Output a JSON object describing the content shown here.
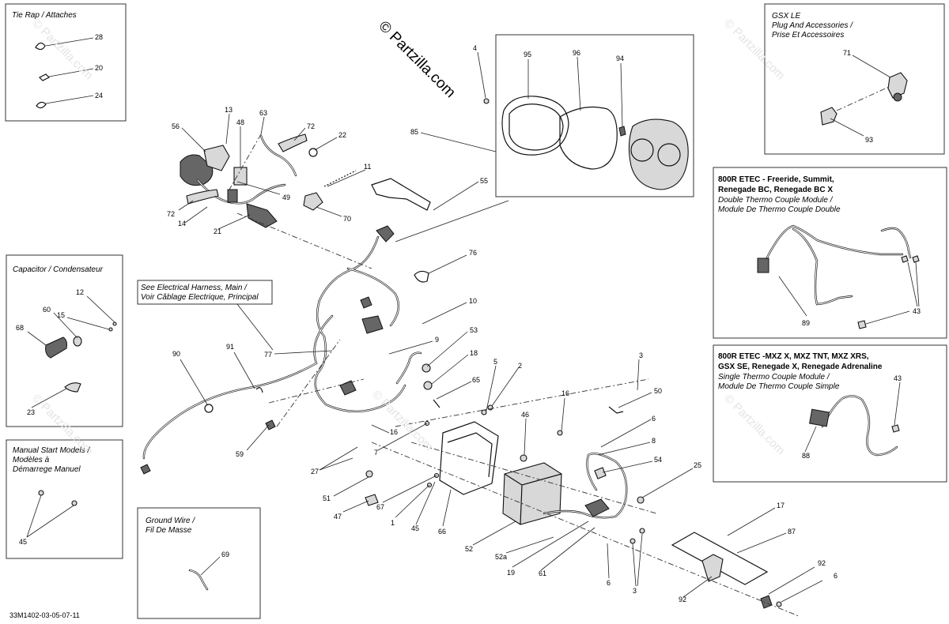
{
  "watermark": "© Partzilla.com",
  "drawing_code": "33M1402-03-05-07-11",
  "boxes": {
    "tie_rap": {
      "title": "Tie Rap / Attaches",
      "parts": [
        "28",
        "20",
        "24"
      ]
    },
    "capacitor": {
      "title": "Capacitor / Condensateur",
      "parts": [
        "12",
        "60",
        "15",
        "68",
        "23"
      ]
    },
    "manual_start": {
      "title_lines": [
        "Manual Start Models /",
        "Modèles à",
        "Démarrege Manuel"
      ],
      "parts": [
        "45"
      ]
    },
    "ground_wire": {
      "title_lines": [
        "Ground Wire /",
        "Fil De Masse"
      ],
      "parts": [
        "69"
      ]
    },
    "gauge": {
      "parts": [
        "95",
        "96",
        "94"
      ]
    },
    "gsx_le": {
      "title_lines": [
        "GSX LE",
        "Plug And Accessories /",
        "Prise Et Accessoires"
      ],
      "parts": [
        "71",
        "93"
      ]
    },
    "double_module": {
      "bold_lines": [
        "800R ETEC - Freeride, Summit,",
        "Renegade BC, Renegade BC X"
      ],
      "italic_lines": [
        "Double Thermo Couple Module /",
        "Module De Thermo Couple Double"
      ],
      "parts": [
        "89",
        "43"
      ]
    },
    "single_module": {
      "bold_lines": [
        "800R ETEC -MXZ X, MXZ TNT, MXZ XRS,",
        "GSX SE, Renegade X, Renegade Adrenaline"
      ],
      "italic_lines": [
        "Single Thermo Couple Module /",
        "Module De Thermo Couple Simple"
      ],
      "parts": [
        "43",
        "88"
      ]
    }
  },
  "note": {
    "lines": [
      "See Electrical Harness, Main /",
      "Voir Câblage Electrique, Principal"
    ]
  },
  "main_callouts": {
    "c4": "4",
    "c85": "85",
    "c13": "13",
    "c63": "63",
    "c56": "56",
    "c48": "48",
    "c72a": "72",
    "c22": "22",
    "c11": "11",
    "c72b": "72",
    "c14": "14",
    "c49": "49",
    "c70": "70",
    "c21": "21",
    "c55": "55",
    "c76": "76",
    "c10": "10",
    "c9": "9",
    "c53": "53",
    "c18": "18",
    "c77": "77",
    "c90": "90",
    "c91": "91",
    "c5": "5",
    "c2": "2",
    "c65": "65",
    "c3a": "3",
    "c50": "50",
    "c16a": "16",
    "c46": "46",
    "c16b": "16",
    "c6a": "6",
    "c7": "7",
    "c8": "8",
    "c54": "54",
    "c59": "59",
    "c27": "27",
    "c51": "51",
    "c25": "25",
    "c47": "47",
    "c67": "67",
    "c1": "1",
    "c45m": "45",
    "c66": "66",
    "c17": "17",
    "c52": "52",
    "c87": "87",
    "c52a": "52a",
    "c19": "19",
    "c61": "61",
    "c6b": "6",
    "c3b": "3",
    "c92a": "92",
    "c6c": "6",
    "c92b": "92"
  }
}
